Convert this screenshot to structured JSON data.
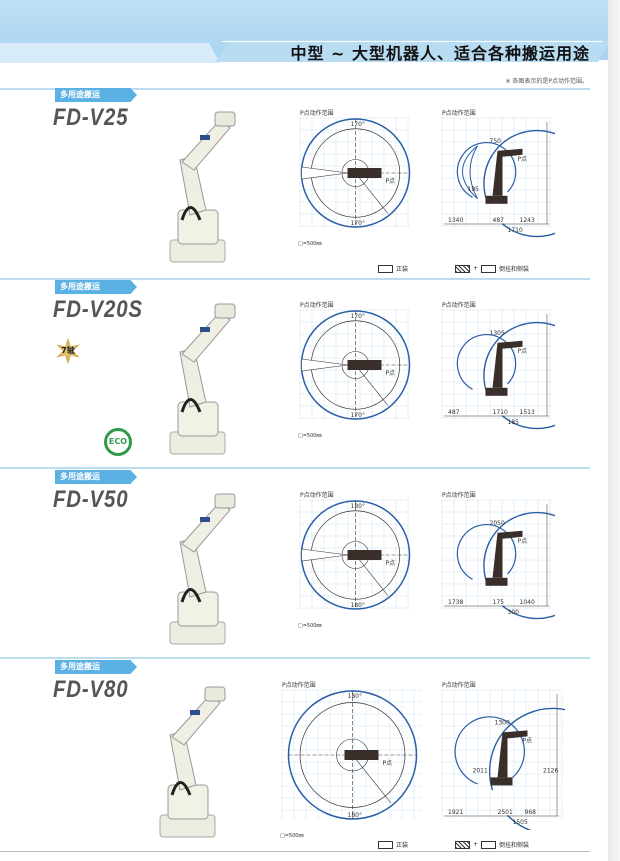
{
  "header": {
    "title": "中型 ~ 大型机器人、适合各种搬运用途",
    "note": "※ 各图表示的是P点动作范围。"
  },
  "common": {
    "tag": "多用途搬运",
    "range_label": "P点动作范围",
    "p_point": "P点",
    "scale": "□=500㎜",
    "legend_normal": "正装",
    "legend_other": "倒挂和侧装",
    "plus": "+"
  },
  "colors": {
    "accent": "#5cb1e4",
    "range": "#2a5fa8"
  },
  "sections": [
    {
      "model": "FD-V25",
      "top_angles": [
        "170°",
        "170°"
      ],
      "side_dims": [
        "750",
        "1340",
        "487",
        "1243",
        "1710",
        "195"
      ]
    },
    {
      "model": "FD-V20S",
      "badge": "7轴",
      "eco": "ECO",
      "top_angles": [
        "170°",
        "170°"
      ],
      "side_dims": [
        "1305",
        "487",
        "1710",
        "1513",
        "185"
      ]
    },
    {
      "model": "FD-V50",
      "top_angles": [
        "180°",
        "180°"
      ],
      "side_dims": [
        "2050",
        "1738",
        "175",
        "1040",
        "300"
      ]
    },
    {
      "model": "FD-V80",
      "top_angles": [
        "180°",
        "180°"
      ],
      "side_dims": [
        "1300",
        "1921",
        "2501",
        "968",
        "1505",
        "2011",
        "2126"
      ]
    }
  ]
}
